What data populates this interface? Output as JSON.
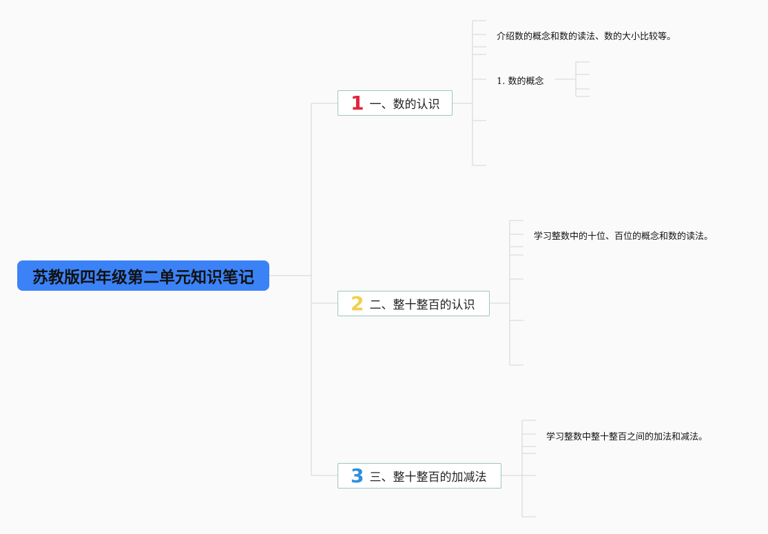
{
  "root": {
    "title": "苏教版四年级第二单元知识笔记"
  },
  "branches": [
    {
      "number": "1",
      "label": "一、数的认识",
      "leaves": [
        "介绍数的概念和数的读法、数的大小比较等。",
        "1. 数的概念"
      ]
    },
    {
      "number": "2",
      "label": "二、整十整百的认识",
      "leaves": [
        "学习整数中的十位、百位的概念和数的读法。"
      ]
    },
    {
      "number": "3",
      "label": "三、整十整百的加减法",
      "leaves": [
        "学习整数中整十整百之间的加法和减法。"
      ]
    }
  ],
  "colors": {
    "root_fill": "#3b82f6",
    "branch_border": "#9cc5c0",
    "number_1": "#e0243a",
    "number_2": "#f3cf4b",
    "number_3": "#2e8fe0",
    "connector": "#dcdcdc"
  }
}
